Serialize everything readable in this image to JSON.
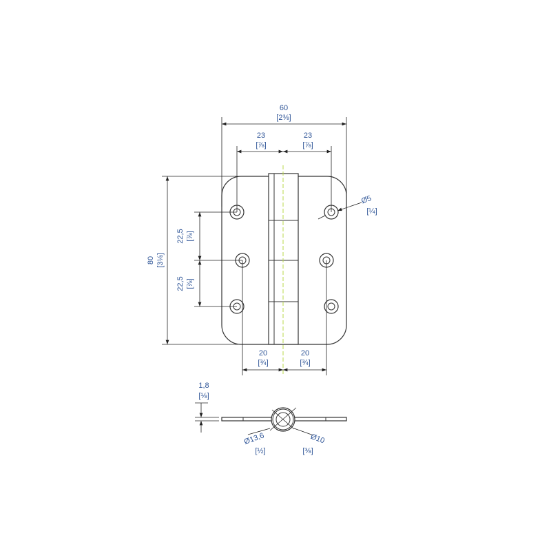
{
  "drawing": {
    "overall_width": {
      "value": "60",
      "inch": "[2⅜]"
    },
    "hole_offset_left": {
      "value": "23",
      "inch": "[⅞]"
    },
    "hole_offset_right": {
      "value": "23",
      "inch": "[⅞]"
    },
    "overall_height": {
      "value": "80",
      "inch": "[3⅛]"
    },
    "hole_pitch_upper": {
      "value": "22,5",
      "inch": "[⅞]"
    },
    "hole_pitch_lower": {
      "value": "22,5",
      "inch": "[⅞]"
    },
    "bottom_offset_left": {
      "value": "20",
      "inch": "[¾]"
    },
    "bottom_offset_right": {
      "value": "20",
      "inch": "[¾]"
    },
    "hole_diameter": {
      "value": "Ø5",
      "inch": "[¼]"
    },
    "thickness": {
      "value": "1,8",
      "inch": "[⅛]"
    },
    "knuckle_outer": {
      "value": "Ø13,6",
      "inch": "[½]"
    },
    "knuckle_inner": {
      "value": "Ø10",
      "inch": "[⅜]"
    },
    "colors": {
      "dimension_text": "#2f5597",
      "centerline": "#b8d84a"
    }
  }
}
